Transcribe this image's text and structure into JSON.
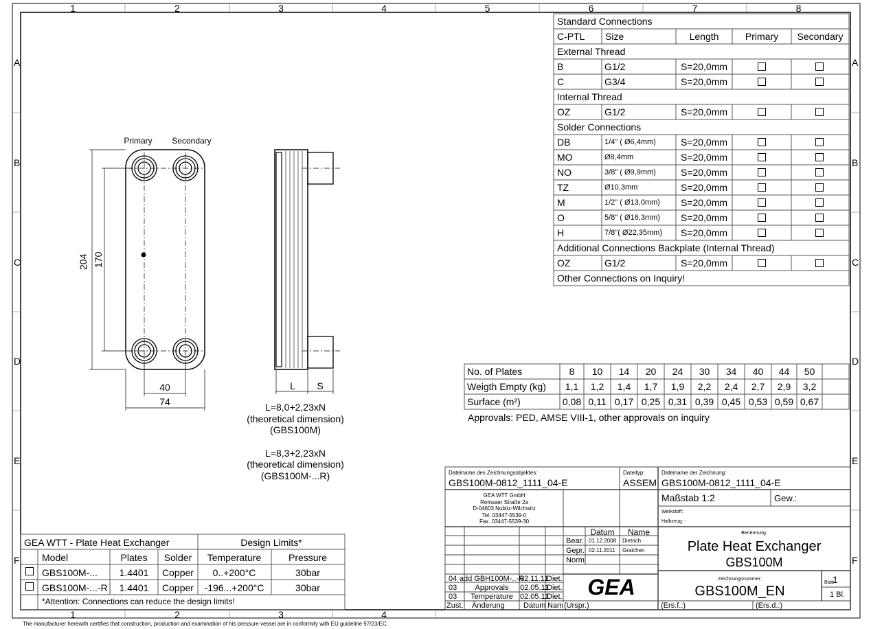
{
  "frame": {
    "columns": [
      "1",
      "2",
      "3",
      "4",
      "5",
      "6",
      "7",
      "8"
    ],
    "rows": [
      "A",
      "B",
      "C",
      "D",
      "E",
      "F"
    ],
    "bottom_columns": [
      "1",
      "2",
      "3",
      "4"
    ]
  },
  "drawing": {
    "label_primary": "Primary",
    "label_secondary": "Secondary",
    "dim_204": "204",
    "dim_170": "170",
    "dim_40": "40",
    "dim_74": "74",
    "dim_L": "L",
    "dim_S": "S",
    "note1": [
      "L=8,0+2,23xN",
      "(theoretical dimension)",
      "(GBS100M)"
    ],
    "note2": [
      "L=8,3+2,23xN",
      "(theoretical dimension)",
      "(GBS100M-...R)"
    ]
  },
  "connections": {
    "title": "Standard Connections",
    "headers": [
      "C-PTL",
      "Size",
      "Length",
      "Primary",
      "Secondary"
    ],
    "sections": [
      {
        "title": "External Thread",
        "rows": [
          [
            "B",
            "G1/2",
            "S=20,0mm"
          ],
          [
            "C",
            "G3/4",
            "S=20,0mm"
          ]
        ]
      },
      {
        "title": "Internal Thread",
        "rows": [
          [
            "OZ",
            "G1/2",
            "S=20,0mm"
          ]
        ]
      },
      {
        "title": "Solder Connections",
        "rows": [
          [
            "DB",
            "1/4\" ( Ø6,4mm)",
            "S=20,0mm"
          ],
          [
            "MO",
            "Ø8,4mm",
            "S=20,0mm"
          ],
          [
            "NO",
            "3/8\" ( Ø9,9mm)",
            "S=20,0mm"
          ],
          [
            "TZ",
            "Ø10,3mm",
            "S=20,0mm"
          ],
          [
            "M",
            "1/2\" ( Ø13,0mm)",
            "S=20,0mm"
          ],
          [
            "O",
            "5/8\" ( Ø16,3mm)",
            "S=20,0mm"
          ],
          [
            "H",
            "7/8\"( Ø22,35mm)",
            "S=20,0mm"
          ]
        ]
      },
      {
        "title": "Additional Connections Backplate (Internal Thread)",
        "rows": [
          [
            "OZ",
            "G1/2",
            "S=20,0mm"
          ]
        ]
      }
    ],
    "footer": "Other Connections on Inquiry!"
  },
  "plates": {
    "rows": [
      {
        "label": "No. of Plates",
        "values": [
          "8",
          "10",
          "14",
          "20",
          "24",
          "30",
          "34",
          "40",
          "44",
          "50"
        ]
      },
      {
        "label": "Weigth Empty (kg)",
        "values": [
          "1,1",
          "1,2",
          "1,4",
          "1,7",
          "1,9",
          "2,2",
          "2,4",
          "2,7",
          "2,9",
          "3,2"
        ]
      },
      {
        "label": "Surface (m²)",
        "values": [
          "0,08",
          "0,11",
          "0,17",
          "0,25",
          "0,31",
          "0,39",
          "0,45",
          "0,53",
          "0,59",
          "0,67"
        ]
      }
    ],
    "approvals": "Approvals: PED, AMSE VIII-1, other approvals on inquiry"
  },
  "limits": {
    "title": "GEA WTT - Plate Heat Exchanger",
    "design": "Design Limits*",
    "headers": [
      "Model",
      "Plates",
      "Solder",
      "Temperature",
      "Pressure"
    ],
    "rows": [
      [
        "GBS100M-...",
        "1.4401",
        "Copper",
        "0..+200°C",
        "30bar"
      ],
      [
        "GBS100M-...-R",
        "1.4401",
        "Copper",
        "-196...+200°C",
        "30bar"
      ]
    ],
    "note": "*Attention: Connections can reduce the design limits!"
  },
  "titleblock": {
    "obj_label": "Dateiname des Zeichnungsobjektes:",
    "obj_value": "GBS100M-0812_1111_04-E",
    "type_label": "Dateityp:",
    "type_value": "ASSEM",
    "draw_label": "Dateiname der Zeichnung:",
    "draw_value": "GBS100M-0812_1111_04-E",
    "address": [
      "GEA WTT GmbH",
      "Remsaer Straße 2a",
      "D-04603 Nobitz-Wilchwitz",
      "Tel. 03447-5539-0",
      "Fax. 03447-5539-30"
    ],
    "scale": "Maßstab 1:2",
    "weight": "Gew.:",
    "material": "Werkstoff:",
    "semi": "Halbzeug: -",
    "datum": "Datum",
    "name": "Name",
    "bear": "Bear.",
    "bear_date": "01.12.2008",
    "bear_name": "Dietrich",
    "gepr": "Gepr.",
    "gepr_date": "02.11.2011",
    "gepr_name": "Graichen",
    "norm": "Norm",
    "revisions": [
      [
        "04",
        "add GBH100M-..-R",
        "02.11.11",
        "Diet."
      ],
      [
        "03",
        "Approvals",
        "02.05.11",
        "Diet."
      ],
      [
        "03",
        "Temperature",
        "02.05.11",
        "Diet."
      ]
    ],
    "rev_headers": [
      "Zust.",
      "Änderung",
      "Datum",
      "Nam"
    ],
    "urspr": "(Urspr.)",
    "ersf": "(Ers.f.:)",
    "ersd": "(Ers.d.:)",
    "benennung": "Benennung:",
    "title1": "Plate Heat Exchanger",
    "title2": "GBS100M",
    "znr_label": "Zeichnungsnummer:",
    "znr": "GBS100M_EN",
    "blatt": "Blatt",
    "blatt_no": "1",
    "bl": "1  Bl.",
    "logo": "GEA"
  },
  "certification": "The manufacturer herewith certifies that construction, production and examination of his pressure vessel are in conformity with EU guideline 97/23/EC."
}
